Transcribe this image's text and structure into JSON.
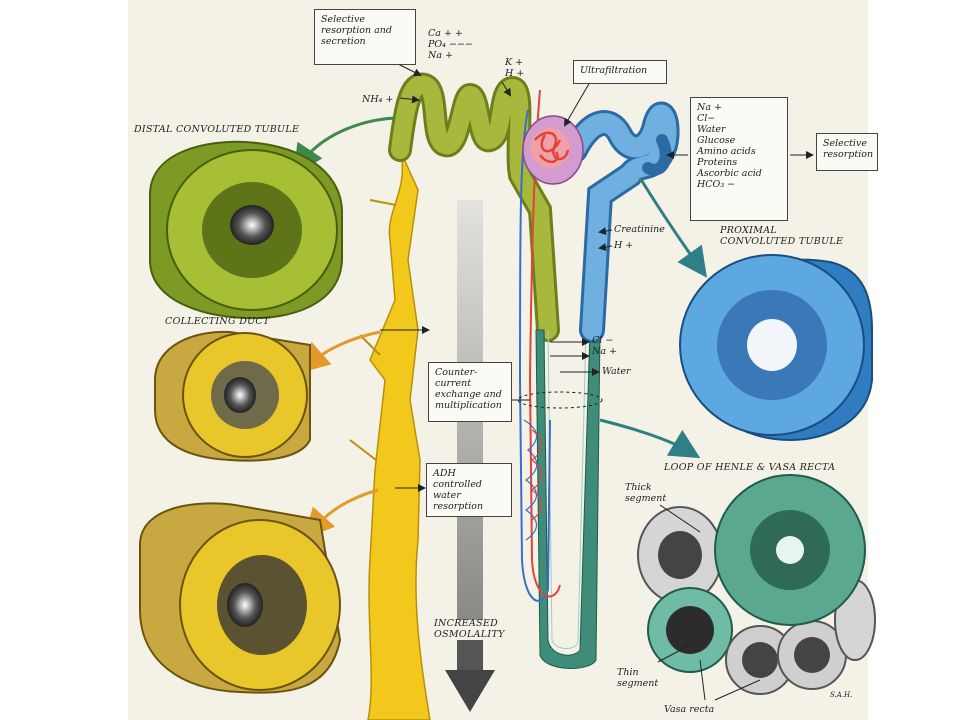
{
  "headings": {
    "distal": "DISTAL CONVOLUTED TUBULE",
    "collecting": "COLLECTING DUCT",
    "proximal": "PROXIMAL\nCONVOLUTED TUBULE",
    "loop": "LOOP OF HENLE & VASA RECTA",
    "osmolality": "INCREASED\nOSMOLALITY"
  },
  "boxes": {
    "selective_secretion": "Selective\nresorption and\nsecretion",
    "ultrafiltration": "Ultrafiltration",
    "filtrate": "Na +\nCl−\nWater\nGlucose\nAmino acids\nProteins\nAscorbic acid\nHCO₃ −",
    "selective_resorption": "Selective\nresorption",
    "countercurrent": "Counter-\ncurrent\nexchange and\nmultiplication",
    "adh": "ADH controlled\nwater\nresorption"
  },
  "ions": {
    "top": "Ca + +\nPO₄ −−−\nNa +",
    "kh": "K +\nH +",
    "nh4": "NH₄ +",
    "creatinine": "Creatinine",
    "h": "H +",
    "loop": "Cl −\nNa +",
    "water": "Water"
  },
  "section_labels": {
    "thick": "Thick\nsegment",
    "thin": "Thin\nsegment",
    "vasa": "Vasa recta"
  },
  "signature": "S.A.H.",
  "colors": {
    "distal_green": "#8a9a2e",
    "collecting_yellow": "#e8c21a",
    "proximal_blue": "#3f86c4",
    "loop_teal": "#3f8c7a",
    "glomerulus_red": "#e0443a",
    "arrow_green": "#3d8a4c",
    "arrow_orange": "#e39a2a"
  }
}
